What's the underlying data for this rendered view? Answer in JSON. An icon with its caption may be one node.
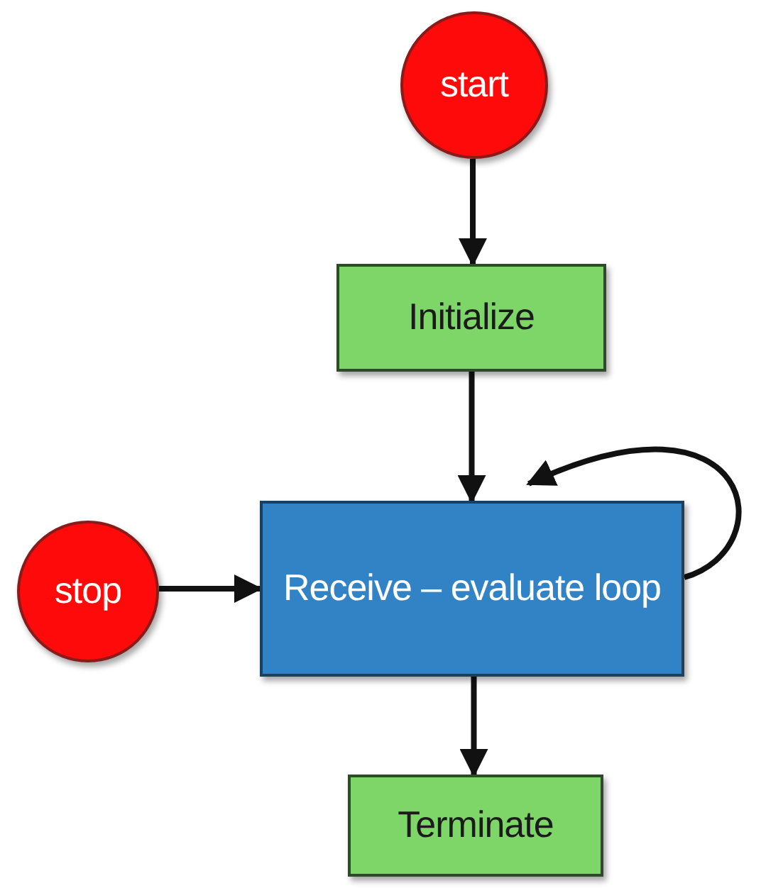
{
  "diagram": {
    "nodes": [
      {
        "text": [
          "start"
        ]
      },
      {
        "text": [
          "Initialize"
        ]
      },
      {
        "text": [
          "Receive – evaluate loop"
        ]
      },
      {
        "text": [
          "stop"
        ]
      },
      {
        "text": [
          "Terminate"
        ]
      }
    ],
    "edges": [
      {
        "from": 0,
        "to": 1,
        "arrow": "to"
      },
      {
        "from": 1,
        "to": 2,
        "arrow": "to"
      },
      {
        "from": 2,
        "to": 2,
        "arrow": "to"
      },
      {
        "from": 3,
        "to": 2,
        "arrow": "to"
      },
      {
        "from": 2,
        "to": 4,
        "arrow": "to"
      }
    ]
  }
}
